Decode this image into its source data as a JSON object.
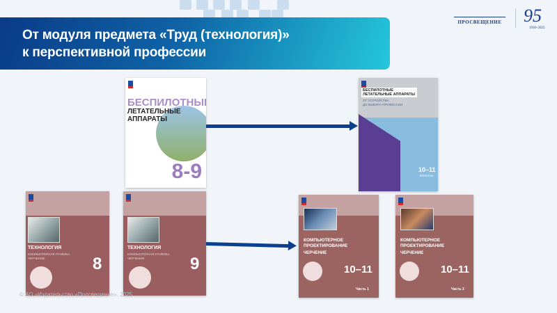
{
  "header": {
    "title_line1": "От модуля предмета «Труд (технология)»",
    "title_line2": "к перспективной профессии"
  },
  "logo": {
    "publisher": "ПРОСВЕЩЕНИЕ",
    "anniversary": "95",
    "anniversary_years": "1930–2025"
  },
  "books": [
    {
      "title1": "БЕСПИЛОТНЫЕ",
      "title2": "ЛЕТАТЕЛЬНЫЕ",
      "title3": "АППАРАТЫ",
      "grades": "8-9"
    },
    {
      "title1": "БЕСПИЛОТНЫЕ",
      "title2": "ЛЕТАТЕЛЬНЫЕ АППАРАТЫ",
      "subtitle1": "ОТ УСТРОЙСТВА",
      "subtitle2": "ДО ВЫБОРА ПРОФЕССИИ",
      "grades": "10–11",
      "grades_label": "КЛАССЫ"
    },
    {
      "title": "ТЕХНОЛОГИЯ",
      "subtitle1": "КОМПЬЮТЕРНАЯ ГРАФИКА,",
      "subtitle2": "ЧЕРЧЕНИЕ",
      "grade": "8"
    },
    {
      "title": "ТЕХНОЛОГИЯ",
      "subtitle1": "КОМПЬЮТЕРНАЯ ГРАФИКА,",
      "subtitle2": "ЧЕРЧЕНИЕ",
      "grade": "9"
    },
    {
      "title1": "КОМПЬЮТЕРНОЕ",
      "title2": "ПРОЕКТИРОВАНИЕ",
      "subtitle": "ЧЕРЧЕНИЕ",
      "grades": "10–11",
      "part": "Часть 1"
    },
    {
      "title1": "КОМПЬЮТЕРНОЕ",
      "title2": "ПРОЕКТИРОВАНИЕ",
      "subtitle": "ЧЕРЧЕНИЕ",
      "grades": "10–11",
      "part": "Часть 2"
    }
  ],
  "footer": {
    "copyright": "© АО «Издательство «Просвещение», 2025"
  },
  "colors": {
    "accent": "#0d3f8f",
    "banner_start": "#0a3b88",
    "banner_end": "#24c7dc",
    "cover_maroon": "#9a5e60"
  }
}
